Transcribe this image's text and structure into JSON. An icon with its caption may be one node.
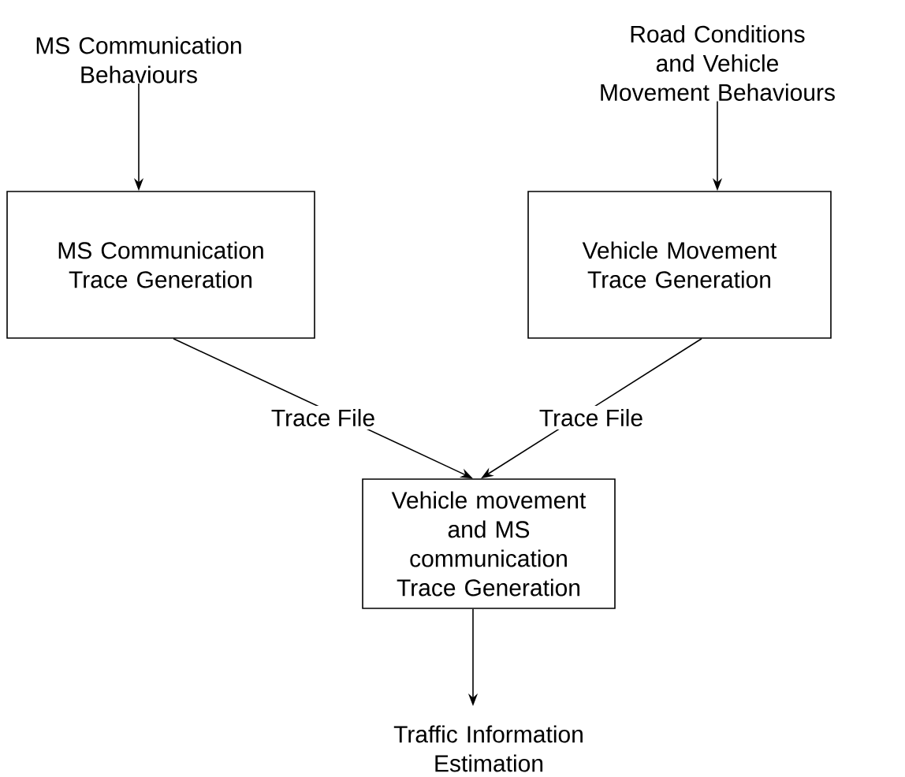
{
  "diagram": {
    "nodes": [
      {
        "text": [
          "MS Communication Behaviours"
        ]
      },
      {
        "text": [
          "Road Conditions and Vehicle Movement Behaviours"
        ]
      },
      {
        "text": [
          "MS Communication Trace Generation"
        ]
      },
      {
        "text": [
          "Vehicle Movement Trace Generation"
        ]
      },
      {
        "text": [
          "Vehicle movement and MS communication Trace Generation"
        ]
      },
      {
        "text": [
          "Traffic Information Estimation"
        ]
      }
    ],
    "edges": [
      {
        "from": 0,
        "to": 2,
        "arrow": "to"
      },
      {
        "from": 1,
        "to": 3,
        "arrow": "to"
      },
      {
        "from": 2,
        "to": 4,
        "arrow": "to",
        "label": "Trace File"
      },
      {
        "from": 3,
        "to": 4,
        "arrow": "to",
        "label": "Trace File"
      },
      {
        "from": 4,
        "to": 5,
        "arrow": "to"
      }
    ]
  }
}
